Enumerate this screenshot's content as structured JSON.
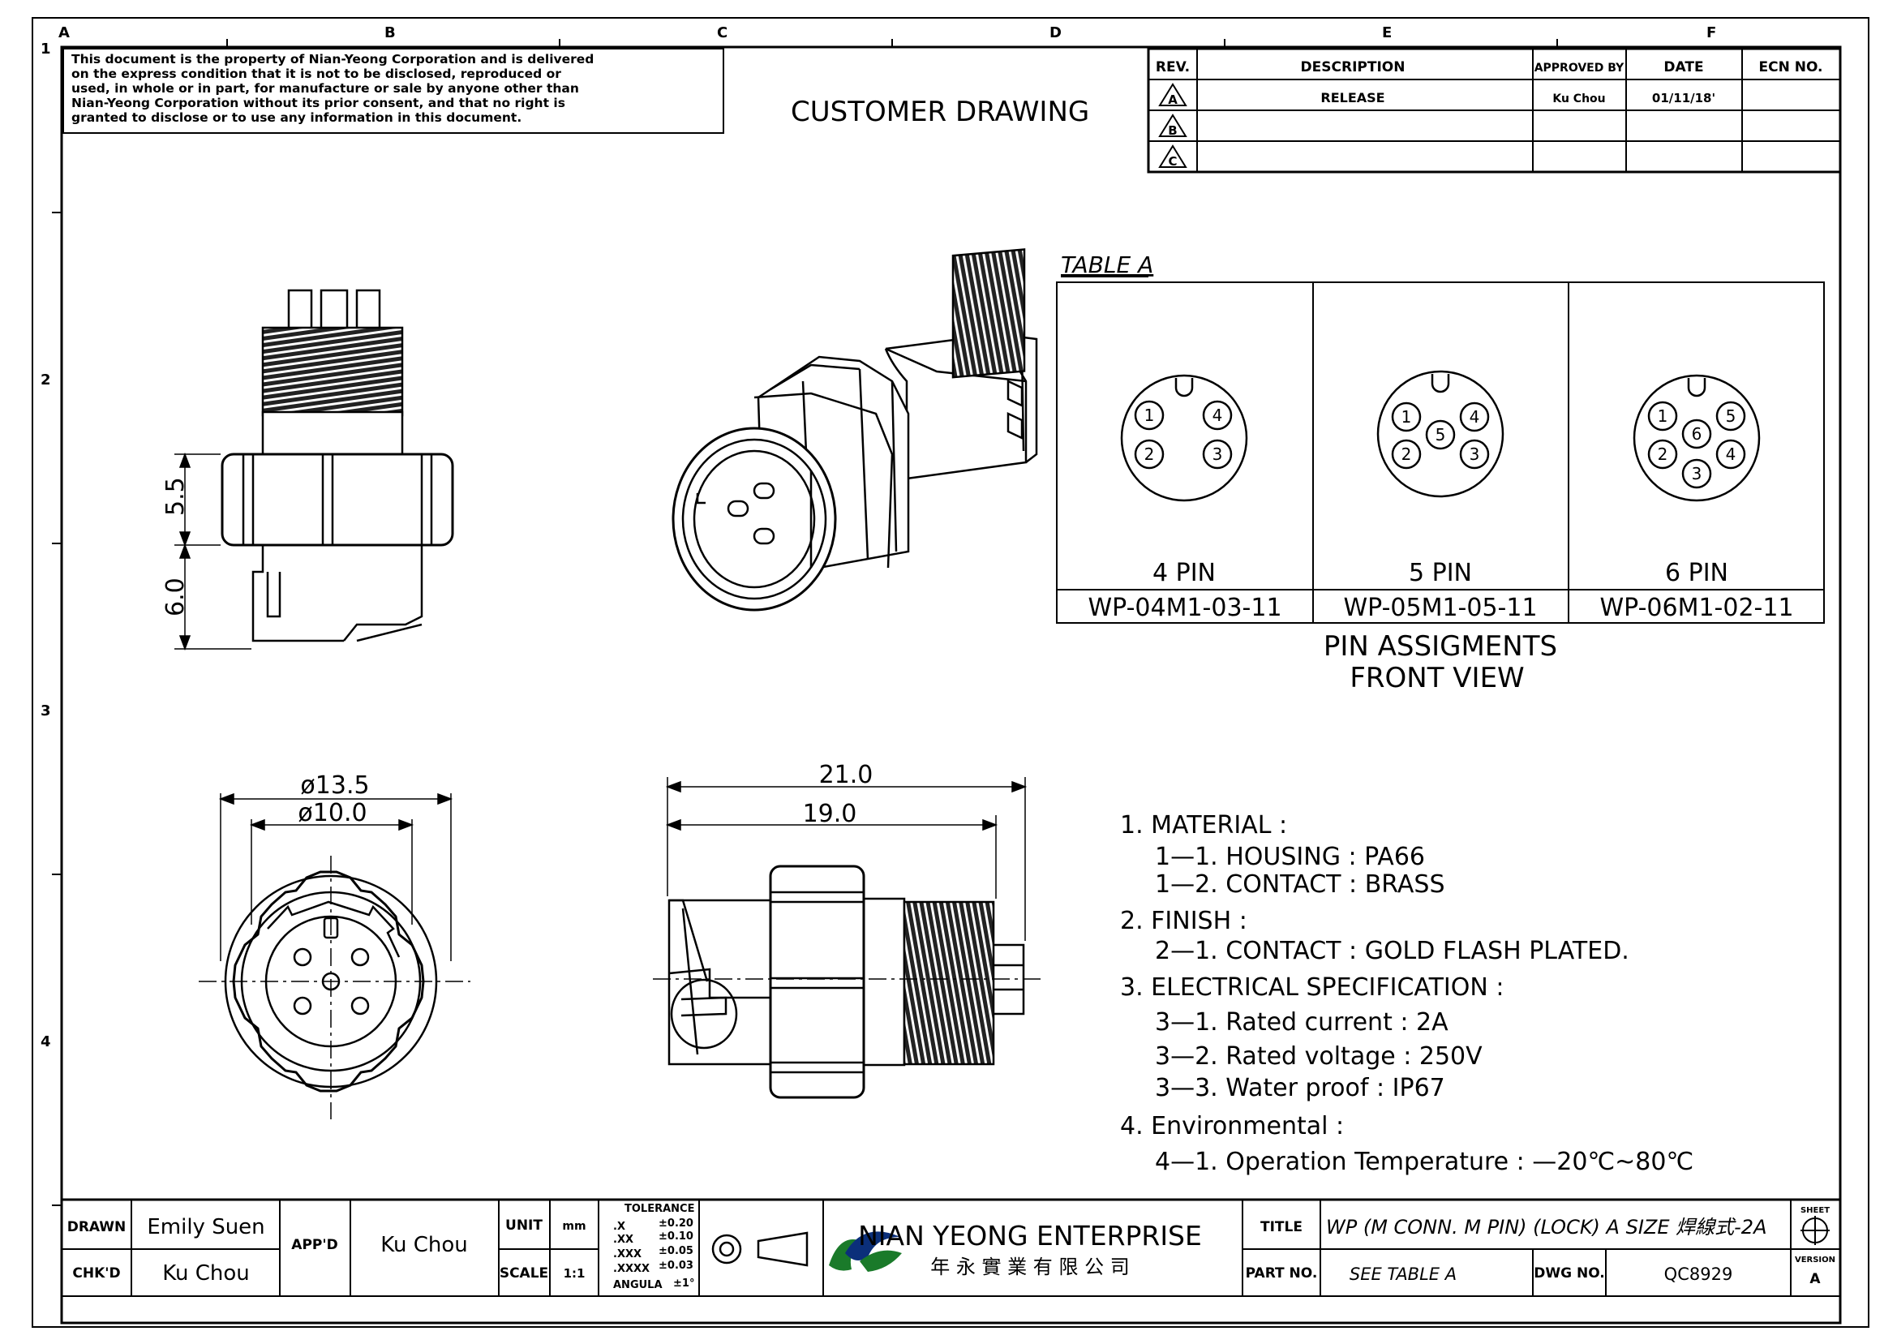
{
  "zone_letters": [
    "A",
    "B",
    "C",
    "D",
    "E",
    "F"
  ],
  "zone_numbers": [
    "1",
    "2",
    "3",
    "4"
  ],
  "notice": [
    "This document is the property of Nian-Yeong Corporation and is delivered",
    "on the express condition that it is not to be disclosed, reproduced or",
    "used, in whole or in part, for manufacture or sale by anyone other than",
    "Nian-Yeong Corporation without its prior consent, and that no right is",
    "granted to disclose or to use any information in this document."
  ],
  "drawing_label": "CUSTOMER DRAWING",
  "revision_table": {
    "headers": {
      "rev": "REV.",
      "description": "DESCRIPTION",
      "approved": "APPROVED BY",
      "date": "DATE",
      "ecn": "ECN NO."
    },
    "rows": [
      {
        "rev": "A",
        "description": "RELEASE",
        "approved": "Ku Chou",
        "date": "01/11/18'",
        "ecn": ""
      },
      {
        "rev": "B",
        "description": "",
        "approved": "",
        "date": "",
        "ecn": ""
      },
      {
        "rev": "C",
        "description": "",
        "approved": "",
        "date": "",
        "ecn": ""
      }
    ]
  },
  "table_a": {
    "title": "TABLE A",
    "columns": [
      {
        "pins": "4 PIN",
        "part": "WP-04M1-03-11",
        "pin_numbers": [
          "1",
          "2",
          "3",
          "4"
        ]
      },
      {
        "pins": "5 PIN",
        "part": "WP-05M1-05-11",
        "pin_numbers": [
          "1",
          "2",
          "3",
          "4",
          "5"
        ]
      },
      {
        "pins": "6 PIN",
        "part": "WP-06M1-02-11",
        "pin_numbers": [
          "1",
          "2",
          "3",
          "4",
          "5",
          "6"
        ]
      }
    ],
    "caption_line1": "PIN ASSIGMENTS",
    "caption_line2": "FRONT VIEW"
  },
  "dimensions": {
    "height_upper": "5.5",
    "height_lower": "6.0",
    "dia_outer": "ø13.5",
    "dia_inner": "ø10.0",
    "length_total": "21.0",
    "length_body": "19.0"
  },
  "specs": [
    {
      "text": "1. MATERIAL :",
      "indent": 0
    },
    {
      "text": "1—1. HOUSING : PA66",
      "indent": 1
    },
    {
      "text": "1—2. CONTACT : BRASS",
      "indent": 1
    },
    {
      "text": "2. FINISH :",
      "indent": 0
    },
    {
      "text": "2—1. CONTACT : GOLD FLASH PLATED.",
      "indent": 1
    },
    {
      "text": "3. ELECTRICAL SPECIFICATION :",
      "indent": 0
    },
    {
      "text": "3—1. Rated current : 2A",
      "indent": 1
    },
    {
      "text": "3—2. Rated voltage : 250V",
      "indent": 1
    },
    {
      "text": "3—3. Water proof : IP67",
      "indent": 1
    },
    {
      "text": "4. Environmental :",
      "indent": 0
    },
    {
      "text": "4—1. Operation Temperature : —20℃~80℃",
      "indent": 1
    }
  ],
  "title_block": {
    "drawn_label": "DRAWN",
    "drawn_value": "Emily Suen",
    "chkd_label": "CHK'D",
    "chkd_value": "Ku Chou",
    "appd_label": "APP'D",
    "appd_value": "Ku Chou",
    "unit_label": "UNIT",
    "unit_value": "mm",
    "scale_label": "SCALE",
    "scale_value": "1:1",
    "tolerance_title": "TOLERANCE",
    "tolerances": [
      {
        "k": ".X",
        "v": "±0.20"
      },
      {
        "k": ".XX",
        "v": "±0.10"
      },
      {
        "k": ".XXX",
        "v": "±0.05"
      },
      {
        "k": ".XXXX",
        "v": "±0.03"
      },
      {
        "k": "ANGULA",
        "v": "±1°"
      }
    ],
    "company": "NIAN YEONG ENTERPRISE",
    "company_cn": "年 永 實 業 有 限 公 司",
    "title_label": "TITLE",
    "title_value": "WP (M CONN. M PIN) (LOCK) A SIZE 焊線式-2A",
    "part_label": "PART NO.",
    "part_value": "SEE TABLE A",
    "dwg_label": "DWG NO.",
    "dwg_value": "QC8929",
    "sheet_label": "SHEET",
    "version_label": "VERSION",
    "version_value": "A"
  }
}
